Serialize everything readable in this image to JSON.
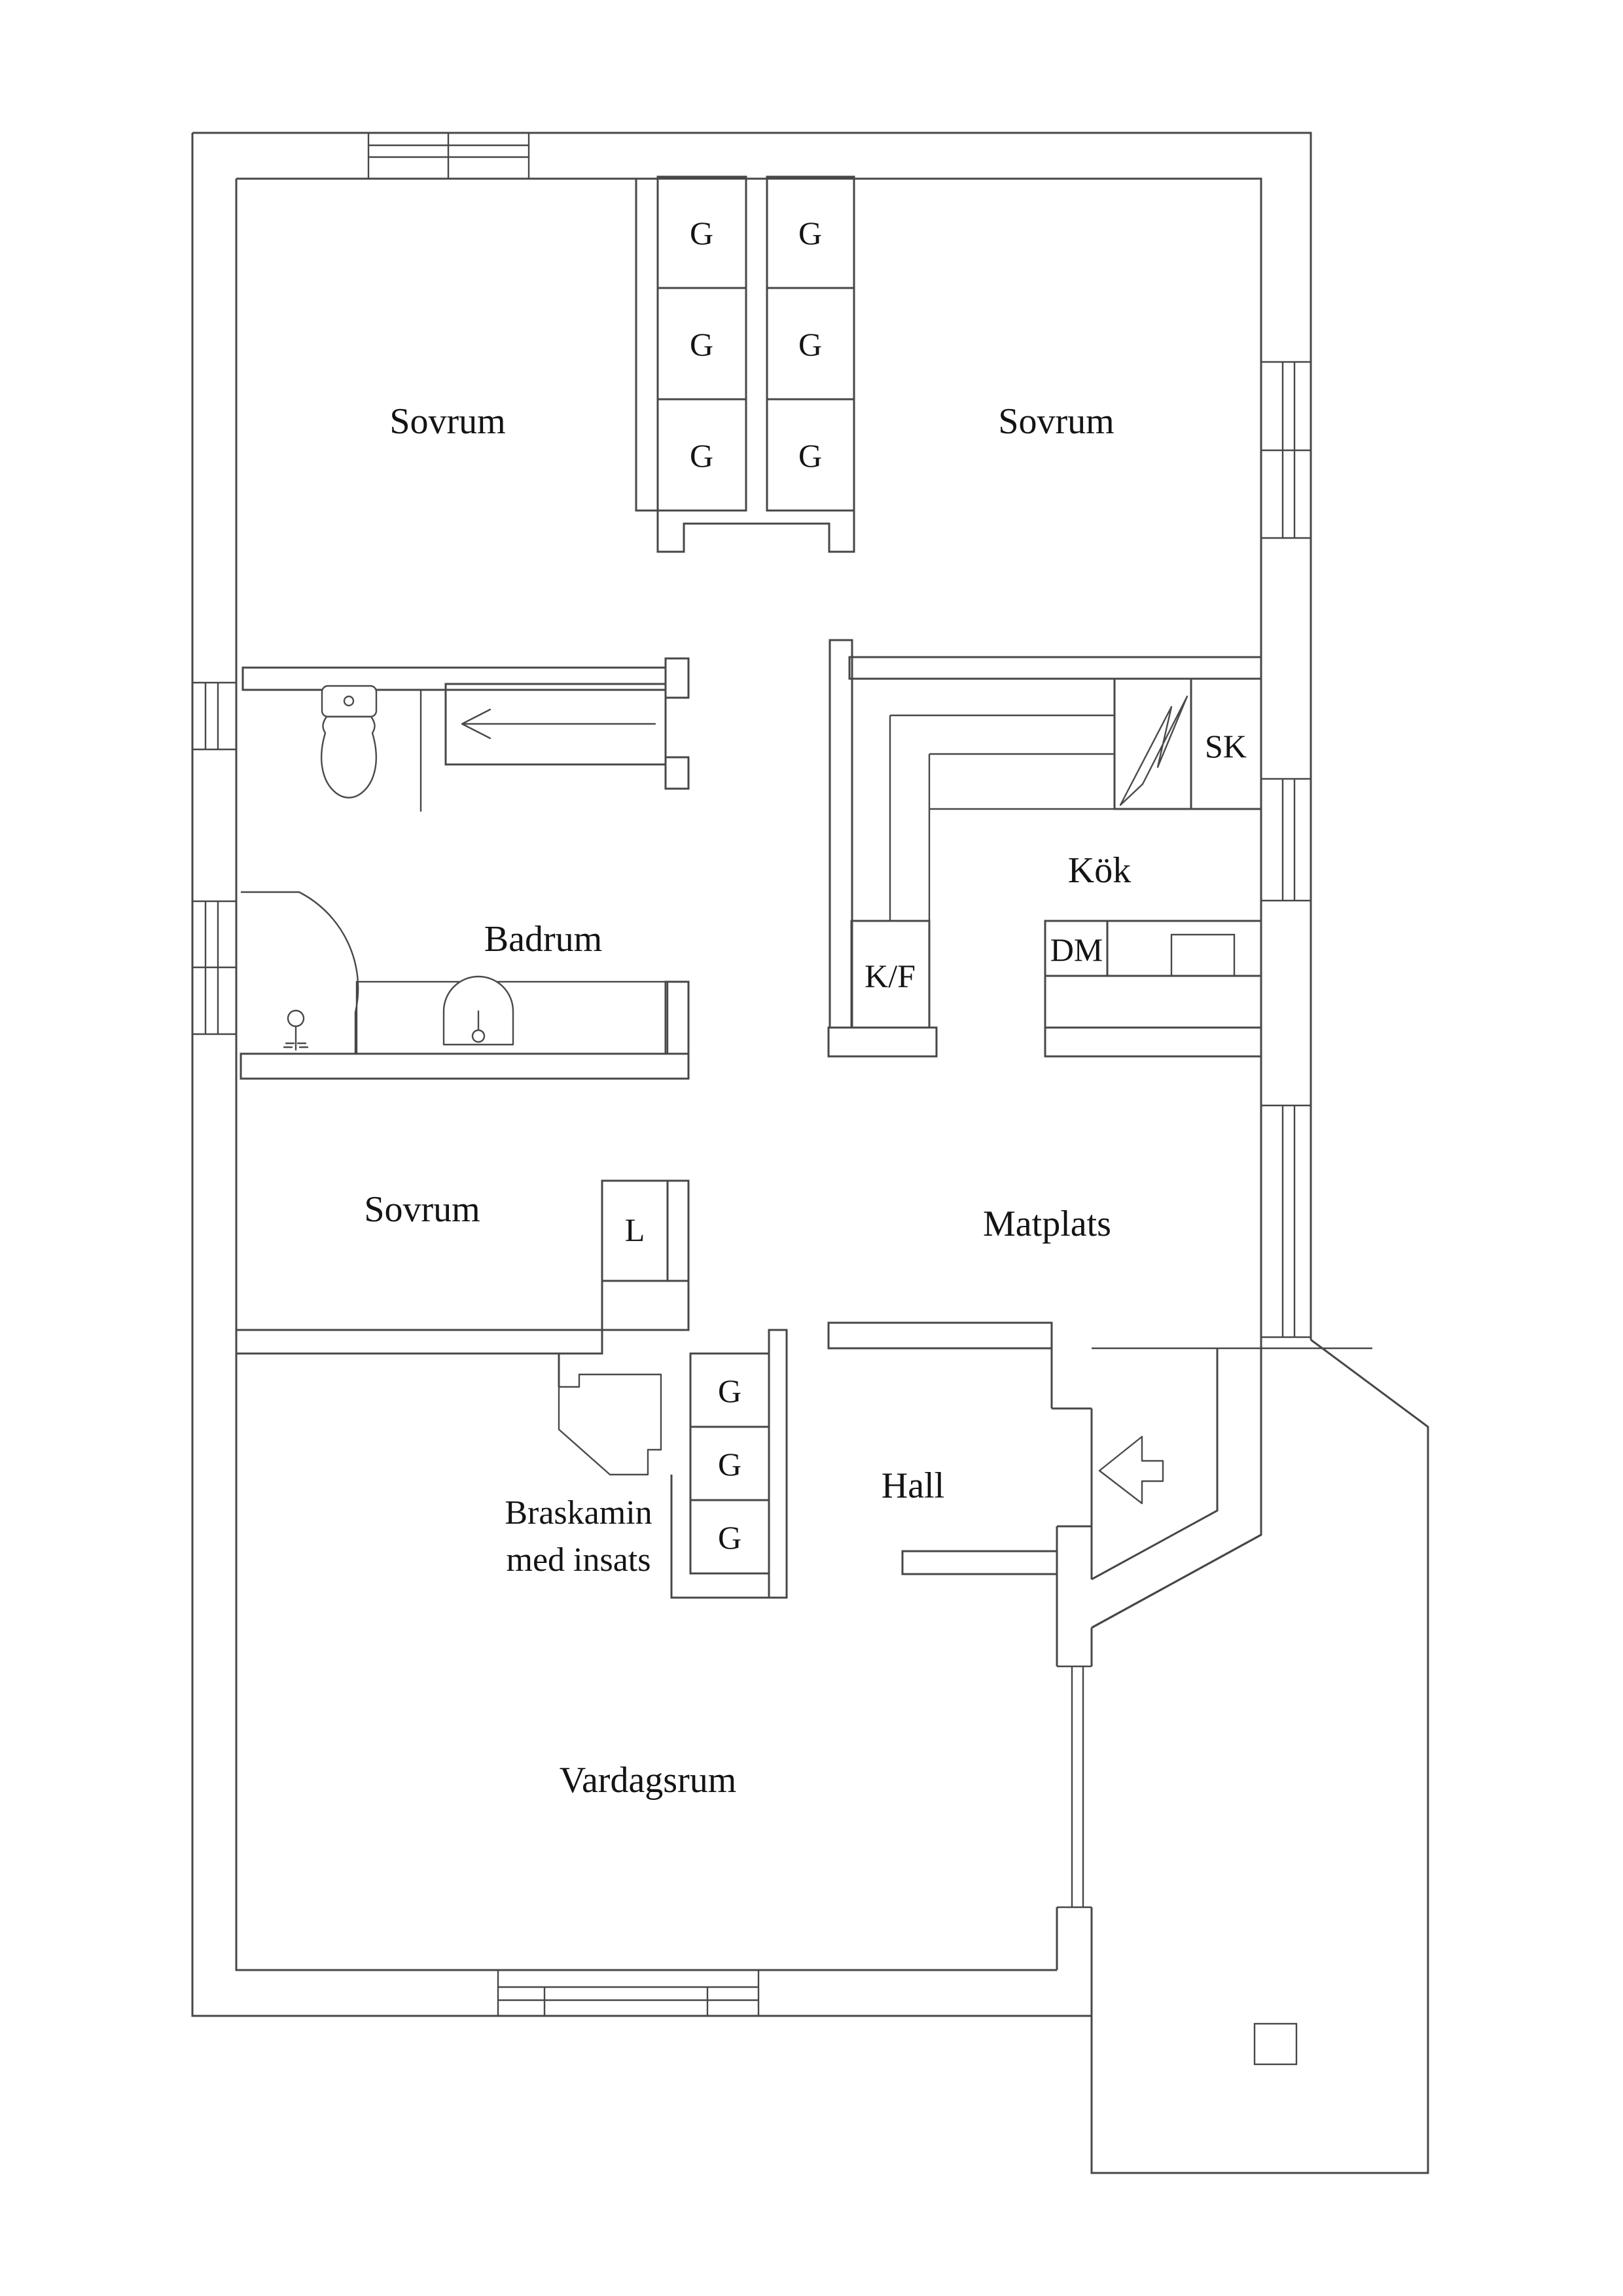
{
  "plan": {
    "rooms": {
      "bedroom_top_left": "Sovrum",
      "bedroom_top_right": "Sovrum",
      "bedroom_middle": "Sovrum",
      "bathroom": "Badrum",
      "kitchen": "Kök",
      "dining": "Matplats",
      "hall": "Hall",
      "living_room": "Vardagsrum",
      "fireplace_line1": "Braskamin",
      "fireplace_line2": "med insats"
    },
    "markers": {
      "wardrobe": "G",
      "linen_closet": "L",
      "cabinet": "SK",
      "fridge_freezer": "K/F",
      "dishwasher": "DM"
    },
    "colors": {
      "wall": "#474747",
      "background": "#ffffff",
      "text": "#141414"
    }
  }
}
